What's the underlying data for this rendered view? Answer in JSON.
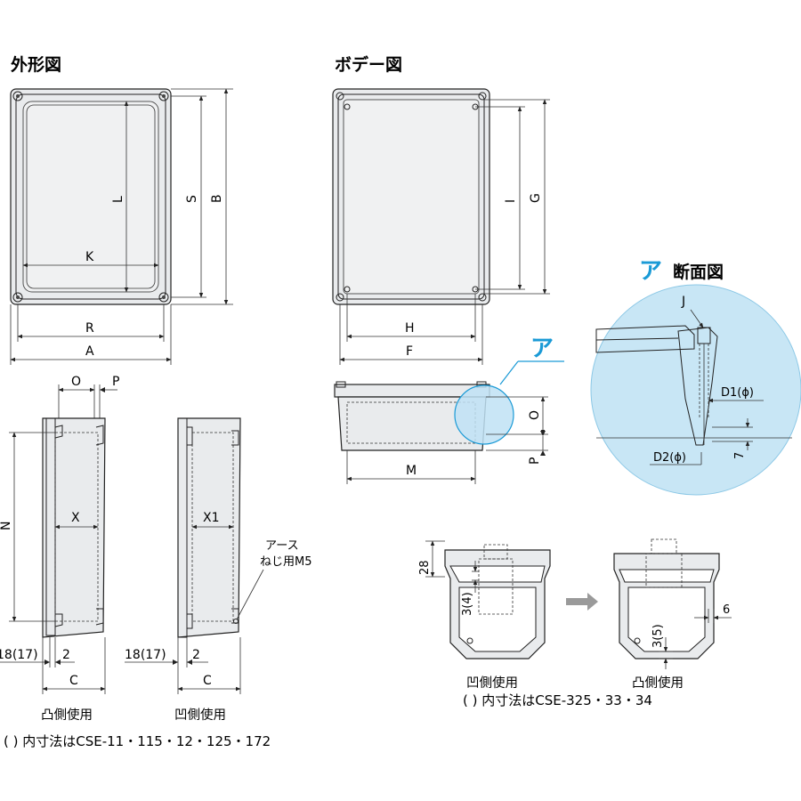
{
  "titles": {
    "outer": "外形図",
    "body": "ボデー図",
    "section_mark": "ア",
    "section_label": "断面図"
  },
  "dims": {
    "A": "A",
    "B": "B",
    "C": "C",
    "F": "F",
    "G": "G",
    "H": "H",
    "I": "I",
    "J": "J",
    "K": "K",
    "L": "L",
    "M": "M",
    "N": "N",
    "O": "O",
    "P": "P",
    "R": "R",
    "S": "S",
    "X": "X",
    "X1": "X1",
    "D1": "D1(ϕ)",
    "D2": "D2(ϕ)",
    "seven": "7",
    "two": "2",
    "eighteen": "18(17)",
    "twenty_eight": "28",
    "three_four": "3(4)",
    "three_five": "3(5)",
    "six": "6"
  },
  "notes": {
    "earth_line1": "アース",
    "earth_line2": "ねじ用M5"
  },
  "captions": {
    "convex_use": "凸側使用",
    "concave_use": "凹側使用",
    "left_note": "( ) 内寸法はCSE-11・115・12・125・172",
    "right_note": "( ) 内寸法はCSE-325・33・34"
  },
  "colors": {
    "accent_blue": "#1a9ad6",
    "callout_fill": "#c8e6f5",
    "body_gray": "#e9ebed"
  }
}
